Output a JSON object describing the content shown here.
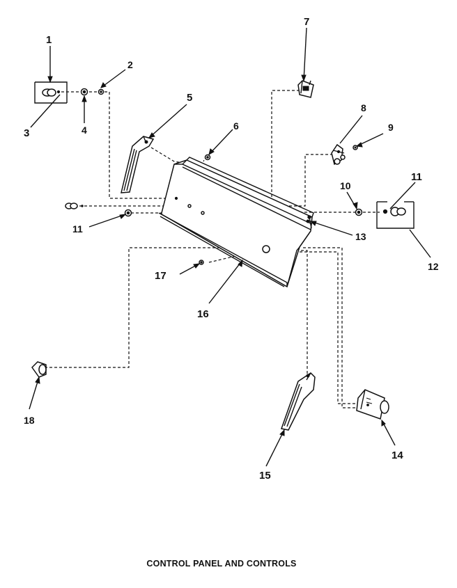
{
  "caption": "CONTROL PANEL AND CONTROLS",
  "callouts": {
    "c1": "1",
    "c2": "2",
    "c3": "3",
    "c4": "4",
    "c5": "5",
    "c6": "6",
    "c7": "7",
    "c8": "8",
    "c9": "9",
    "c10": "10",
    "c11a": "11",
    "c11b": "11",
    "c12": "12",
    "c13": "13",
    "c14": "14",
    "c15": "15",
    "c16": "16",
    "c17": "17",
    "c18": "18"
  }
}
